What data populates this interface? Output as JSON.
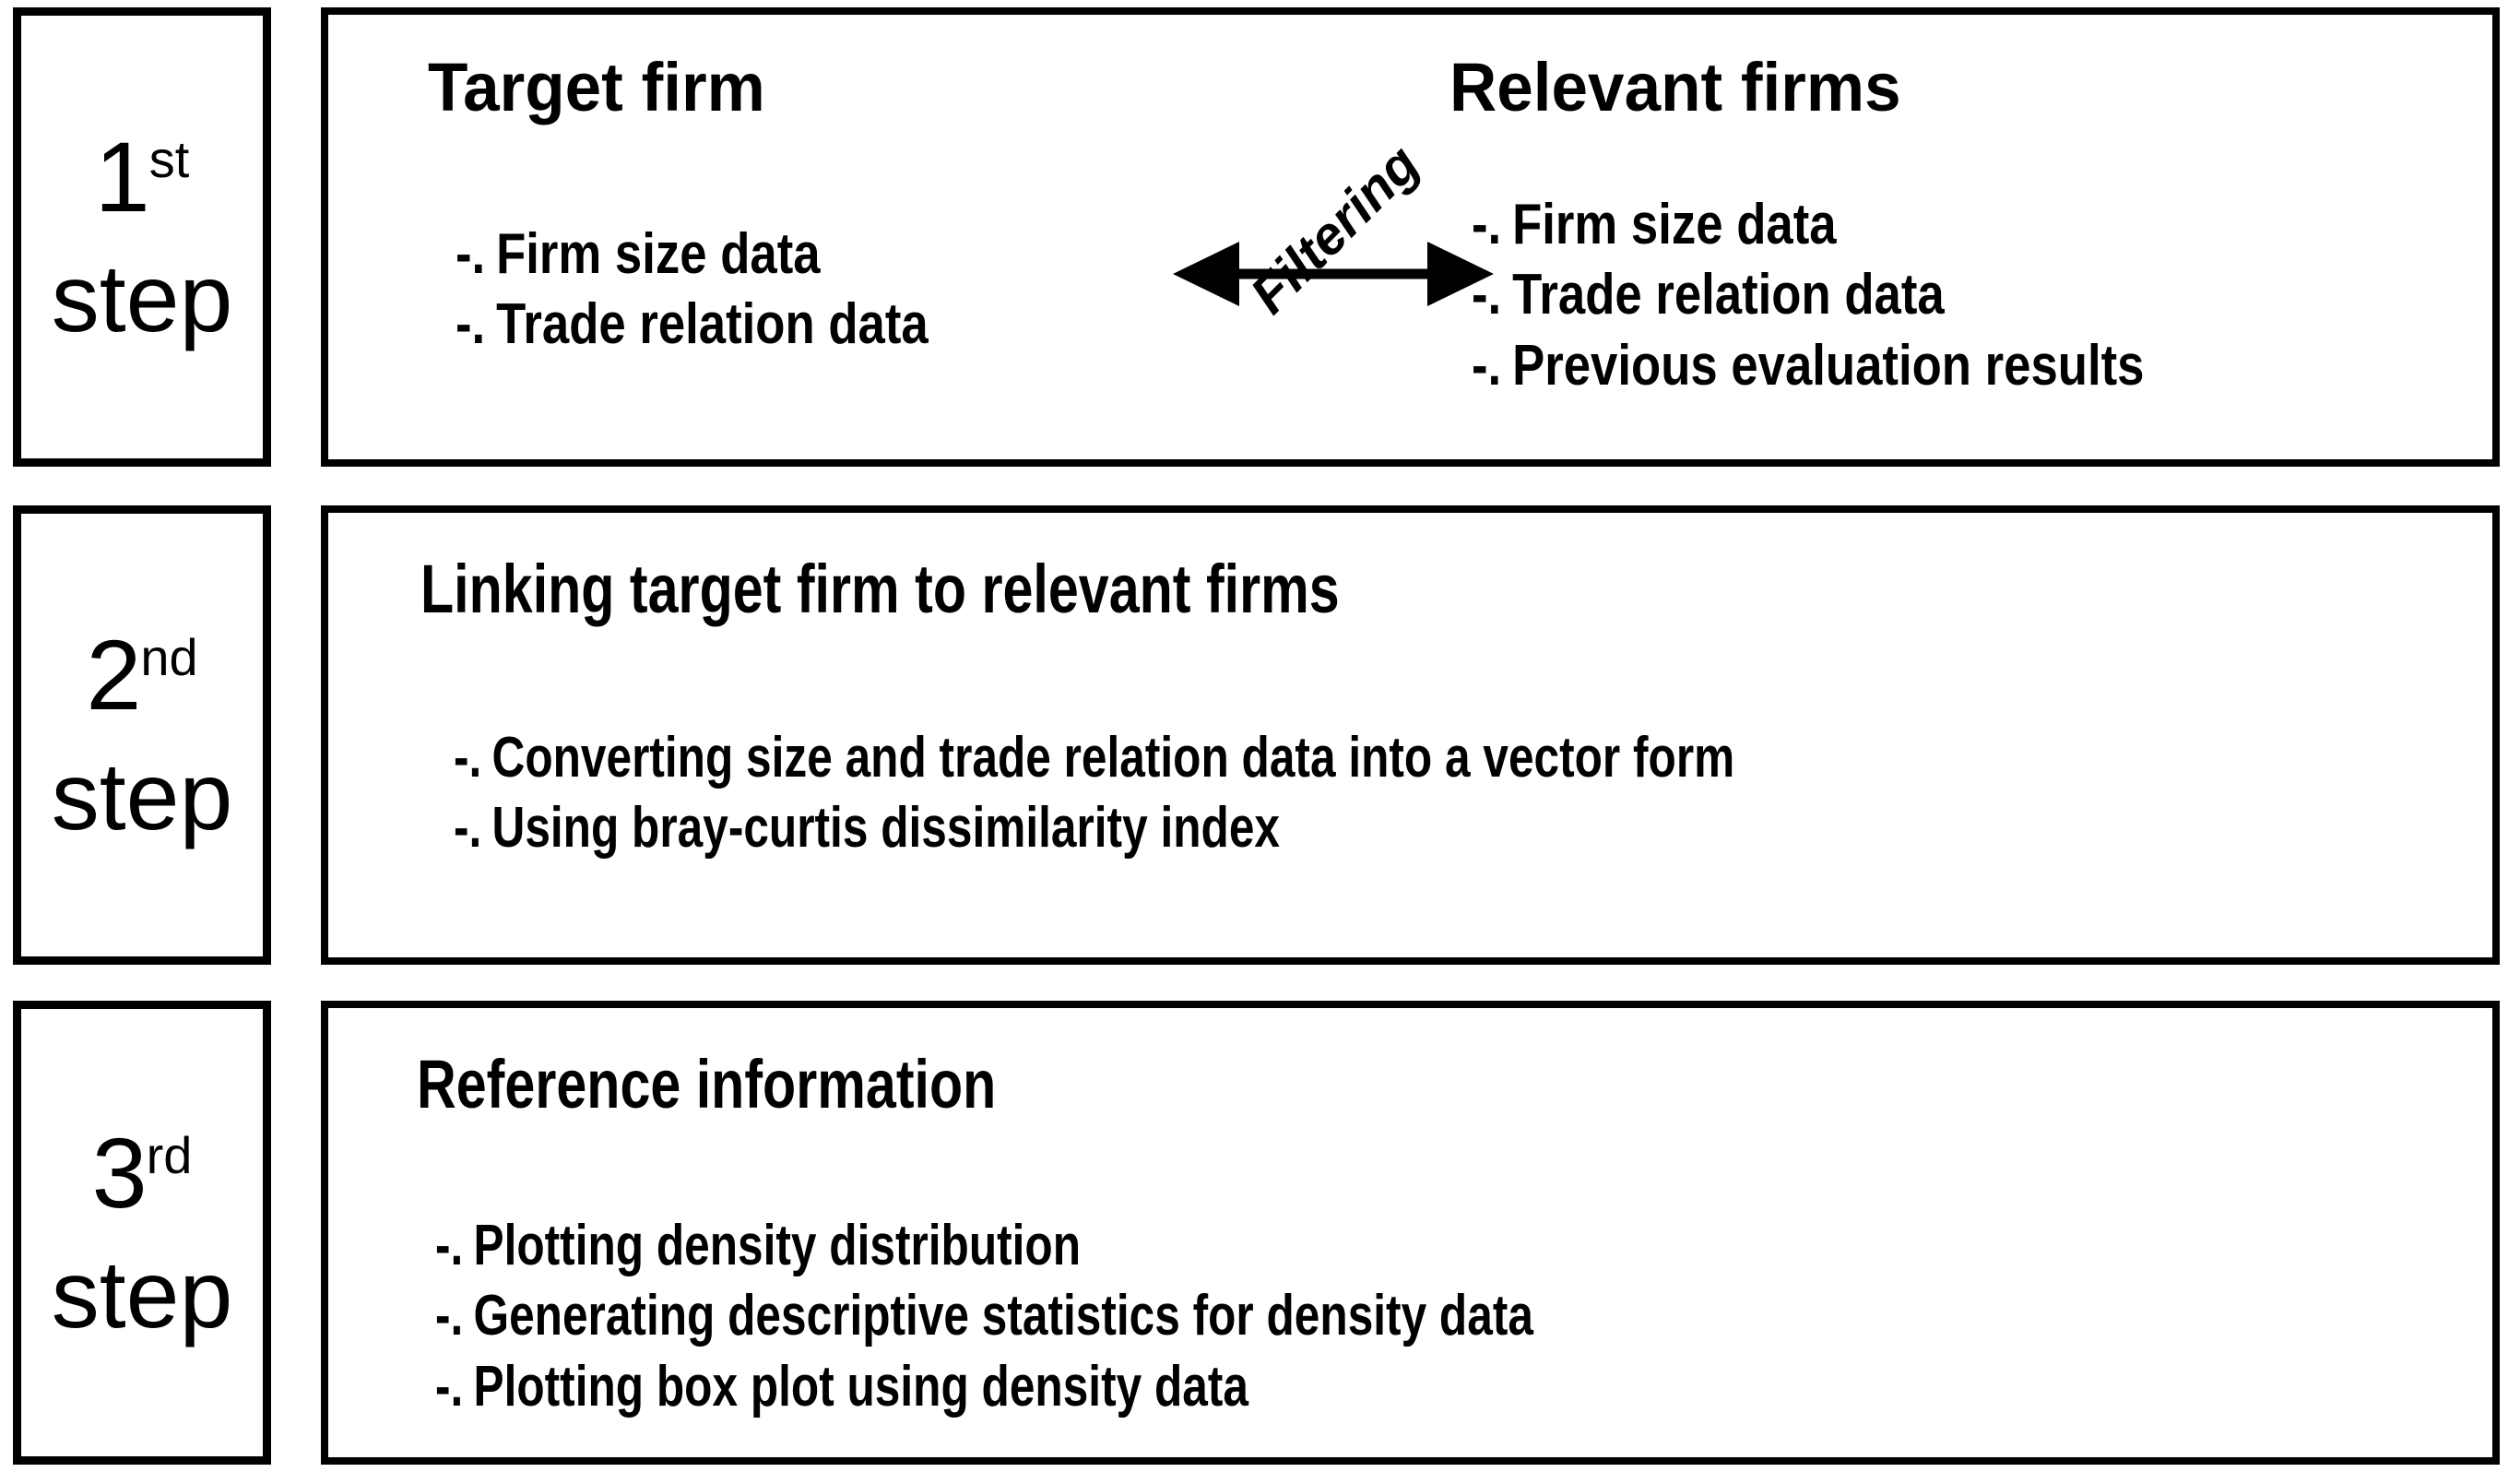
{
  "diagram": {
    "title": "Three-step analysis procedure flow diagram",
    "accent_color": "#000000",
    "background_color": "#ffffff",
    "border_color": "#000000"
  },
  "steps": [
    {
      "ordinal_number": "1",
      "ordinal_suffix": "st",
      "step_word": "step",
      "panels": [
        {
          "heading": "Target firm",
          "bullets": [
            "Firm size data",
            "Trade relation data"
          ]
        },
        {
          "heading": "Relevant firms",
          "bullets": [
            "Firm size data",
            "Trade relation data",
            "Previous evaluation results"
          ]
        }
      ],
      "connector": {
        "label": "Filtering",
        "arrow_type": "double-headed-horizontal-arrow"
      }
    },
    {
      "ordinal_number": "2",
      "ordinal_suffix": "nd",
      "step_word": "step",
      "panels": [
        {
          "heading": "Linking target firm to relevant firms",
          "bullets": [
            "Converting size and trade relation data into a vector form",
            "Using bray-curtis dissimilarity index"
          ]
        }
      ]
    },
    {
      "ordinal_number": "3",
      "ordinal_suffix": "rd",
      "step_word": "step",
      "panels": [
        {
          "heading": "Reference information",
          "bullets": [
            "Plotting density distribution",
            "Generating descriptive statistics for density data",
            "Plotting box plot using density data"
          ]
        }
      ]
    }
  ],
  "bullet_marker": "-."
}
